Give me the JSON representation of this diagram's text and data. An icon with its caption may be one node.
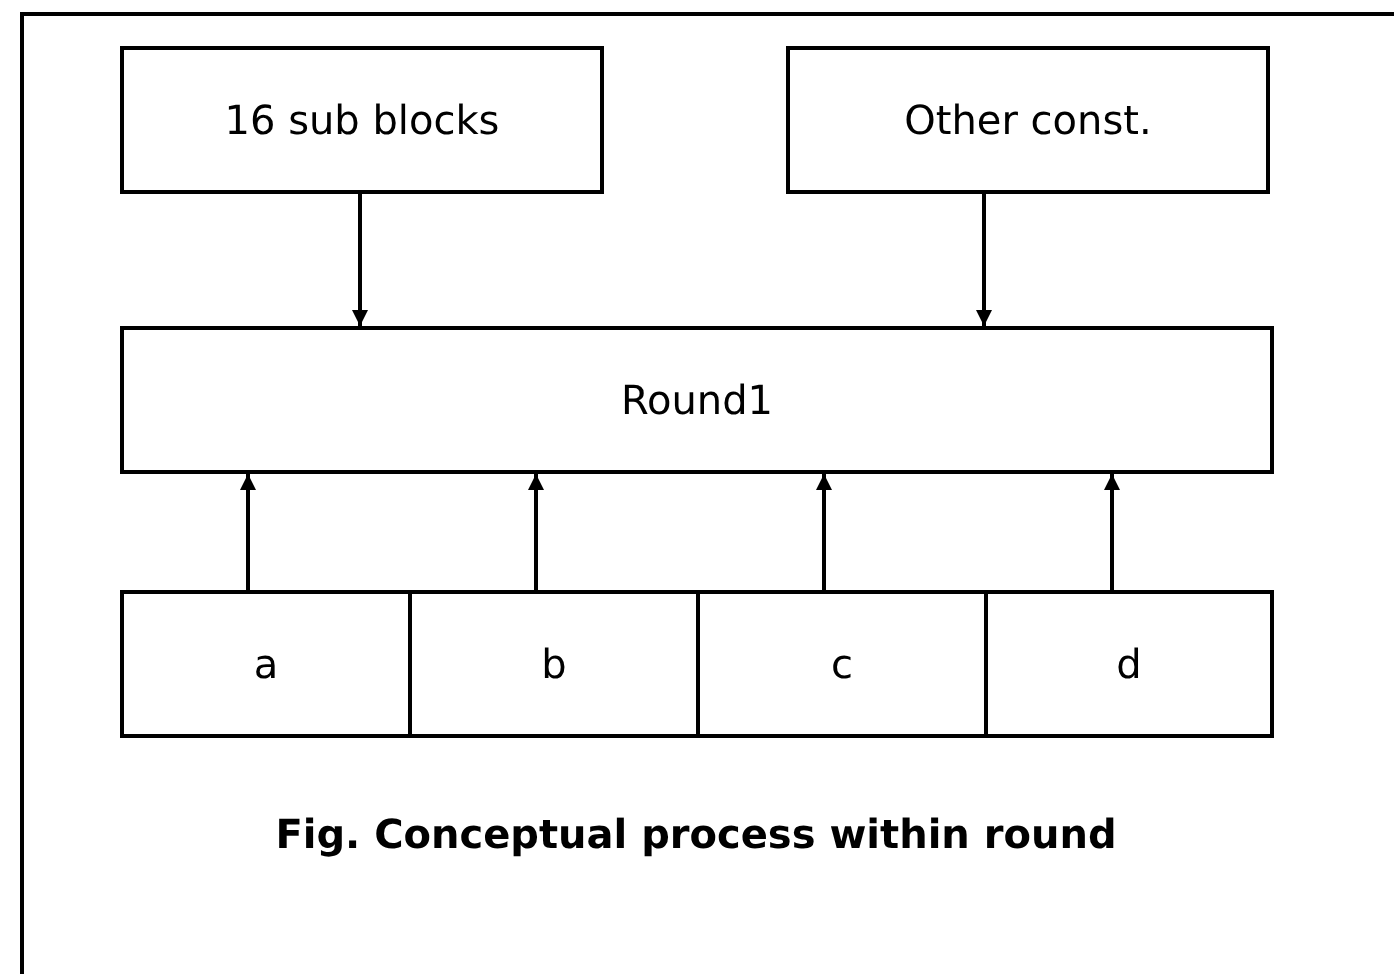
{
  "diagram": {
    "caption": "Fig. Conceptual process within round",
    "nodes": [
      {
        "text": [
          "16 sub blocks"
        ]
      },
      {
        "text": [
          "Other const."
        ]
      },
      {
        "text": [
          "Round1"
        ]
      },
      {
        "text": [
          "a"
        ]
      },
      {
        "text": [
          "b"
        ]
      },
      {
        "text": [
          "c"
        ]
      },
      {
        "text": [
          "d"
        ]
      }
    ],
    "edges": [
      {
        "from": 0,
        "to": 2,
        "arrow": "to"
      },
      {
        "from": 1,
        "to": 2,
        "arrow": "to"
      },
      {
        "from": 3,
        "to": 2,
        "arrow": "to"
      },
      {
        "from": 4,
        "to": 2,
        "arrow": "to"
      },
      {
        "from": 5,
        "to": 2,
        "arrow": "to"
      },
      {
        "from": 6,
        "to": 2,
        "arrow": "to"
      }
    ]
  }
}
